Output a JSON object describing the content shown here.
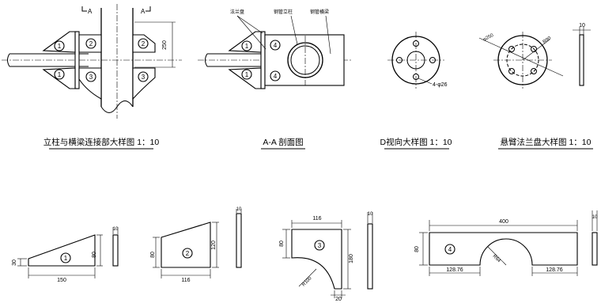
{
  "captions": {
    "joint_detail": "立柱与横梁连接部大样图 1：10",
    "section_aa": "A-A 剖面图",
    "view_d": "D视向大样图 1：10",
    "flange_detail": "悬臂法兰盘大样图 1：10"
  },
  "section_marks": {
    "left": "A",
    "right": "A"
  },
  "part_numbers": [
    "1",
    "2",
    "3",
    "4"
  ],
  "callouts": {
    "flange_plate": "法兰盘",
    "steel_column": "钢管立柱",
    "steel_beam": "钢管横梁"
  },
  "dimensions": {
    "joint_height": "250",
    "bolt_holes": "4-φ26",
    "flange_diameter": "φ250",
    "bolt_circle_radius": "R90",
    "flange_thickness": "10",
    "p1_length": "150",
    "p1_height": "80",
    "p1_end": "30",
    "p1_thickness": "10",
    "p2_length": "116",
    "p2_height_left": "80",
    "p2_height_right": "120",
    "p2_thickness": "10",
    "p3_width": "116",
    "p3_height_left": "80",
    "p3_height": "180",
    "p3_radius": "R100",
    "p3_bottom": "20",
    "p3_thickness": "10",
    "p4_length": "400",
    "p4_height": "80",
    "p4_radius": "R64",
    "p4_left": "128.76",
    "p4_right": "128.76",
    "p4_thickness": "10"
  }
}
